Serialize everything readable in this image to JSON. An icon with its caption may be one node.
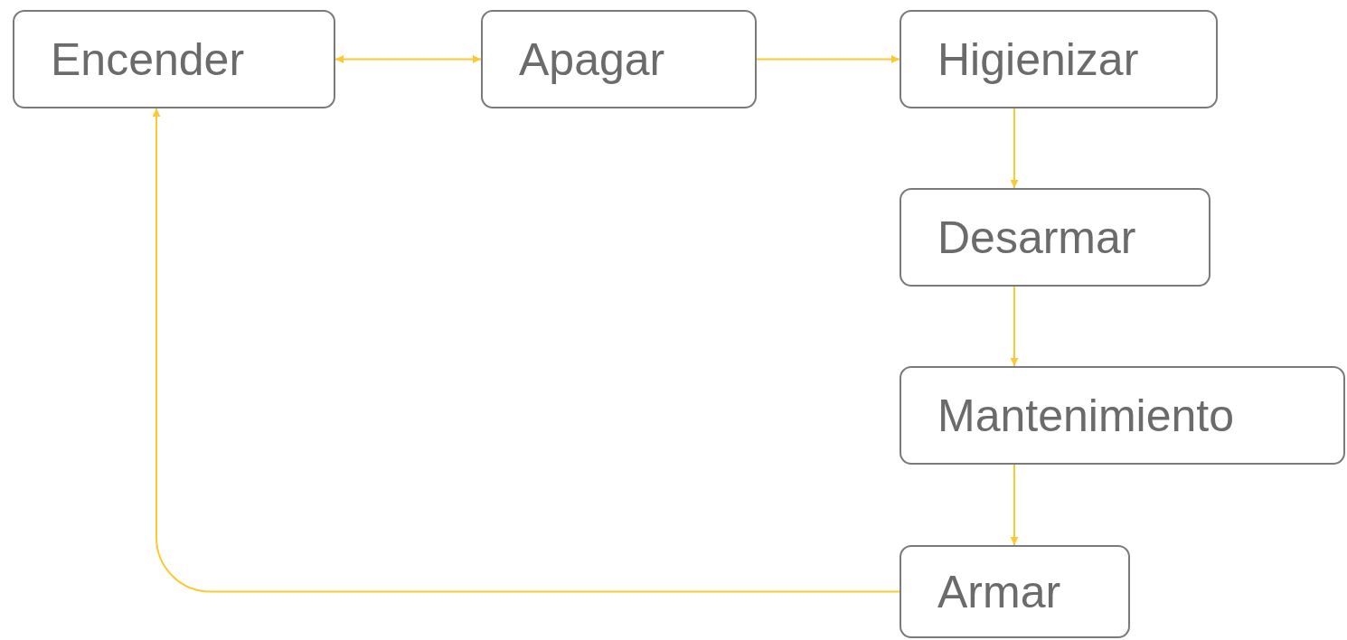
{
  "diagram": {
    "nodes": [
      {
        "text": [
          "Encender"
        ]
      },
      {
        "text": [
          "Apagar"
        ]
      },
      {
        "text": [
          "Higienizar"
        ]
      },
      {
        "text": [
          "Desarmar"
        ]
      },
      {
        "text": [
          "Mantenimiento"
        ]
      },
      {
        "text": [
          "Armar"
        ]
      }
    ],
    "edges": [
      {
        "from": 0,
        "to": 1,
        "arrow": "both"
      },
      {
        "from": 1,
        "to": 2,
        "arrow": "to"
      },
      {
        "from": 2,
        "to": 3,
        "arrow": "to"
      },
      {
        "from": 3,
        "to": 4,
        "arrow": "to"
      },
      {
        "from": 4,
        "to": 5,
        "arrow": "to"
      },
      {
        "from": 5,
        "to": 0,
        "arrow": "to"
      }
    ]
  }
}
